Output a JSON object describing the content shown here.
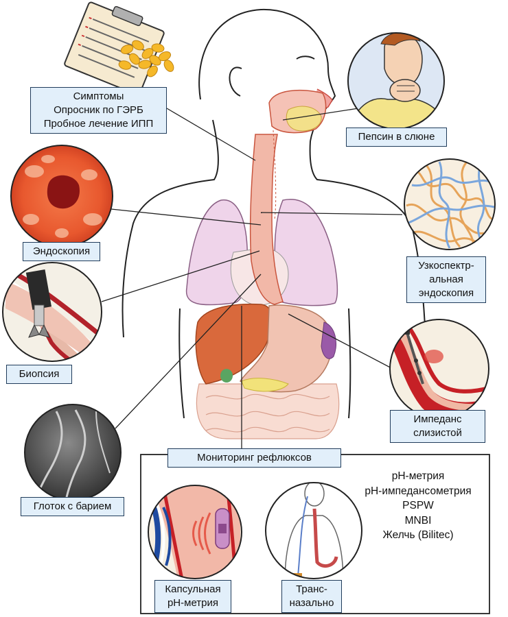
{
  "labels": {
    "symptoms": [
      "Симптомы",
      "Опросник по ГЭРБ",
      "Пробное лечение ИПП"
    ],
    "pepsin": [
      "Пепсин в слюне"
    ],
    "endoscopy": [
      "Эндоскопия"
    ],
    "nbi": [
      "Узкоспектр-",
      "альная",
      "эндоскопия"
    ],
    "biopsy": [
      "Биопсия"
    ],
    "impedance": [
      "Импеданс",
      "слизистой"
    ],
    "barium": [
      "Глоток с барием"
    ],
    "monitoring": [
      "Мониторинг рефлюксов"
    ],
    "capsule": [
      "Капсульная",
      "pH-метрия"
    ],
    "transnasal": [
      "Транс-",
      "назально"
    ]
  },
  "methods": [
    "pH-метрия",
    "pH-импедансометрия",
    "PSPW",
    "MNBI",
    "Желчь (Bilitec)"
  ],
  "colors": {
    "label_fill": "#e2effa",
    "label_border": "#1f3b5a",
    "lung": "#f0d6ec",
    "liver": "#d9693c",
    "esophagus": "#f2b8a8",
    "endoscopy_red": "#d8452a",
    "nbi_orange": "#e6a45a",
    "nbi_blue": "#7aa6dc"
  },
  "icons": [
    "clipboard-icon",
    "pills-icon",
    "coughing-person-icon",
    "endoscopy-view-icon",
    "nbi-view-icon",
    "biopsy-forceps-icon",
    "impedance-catheter-icon",
    "barium-xray-icon",
    "capsule-icon",
    "transnasal-catheter-icon"
  ]
}
